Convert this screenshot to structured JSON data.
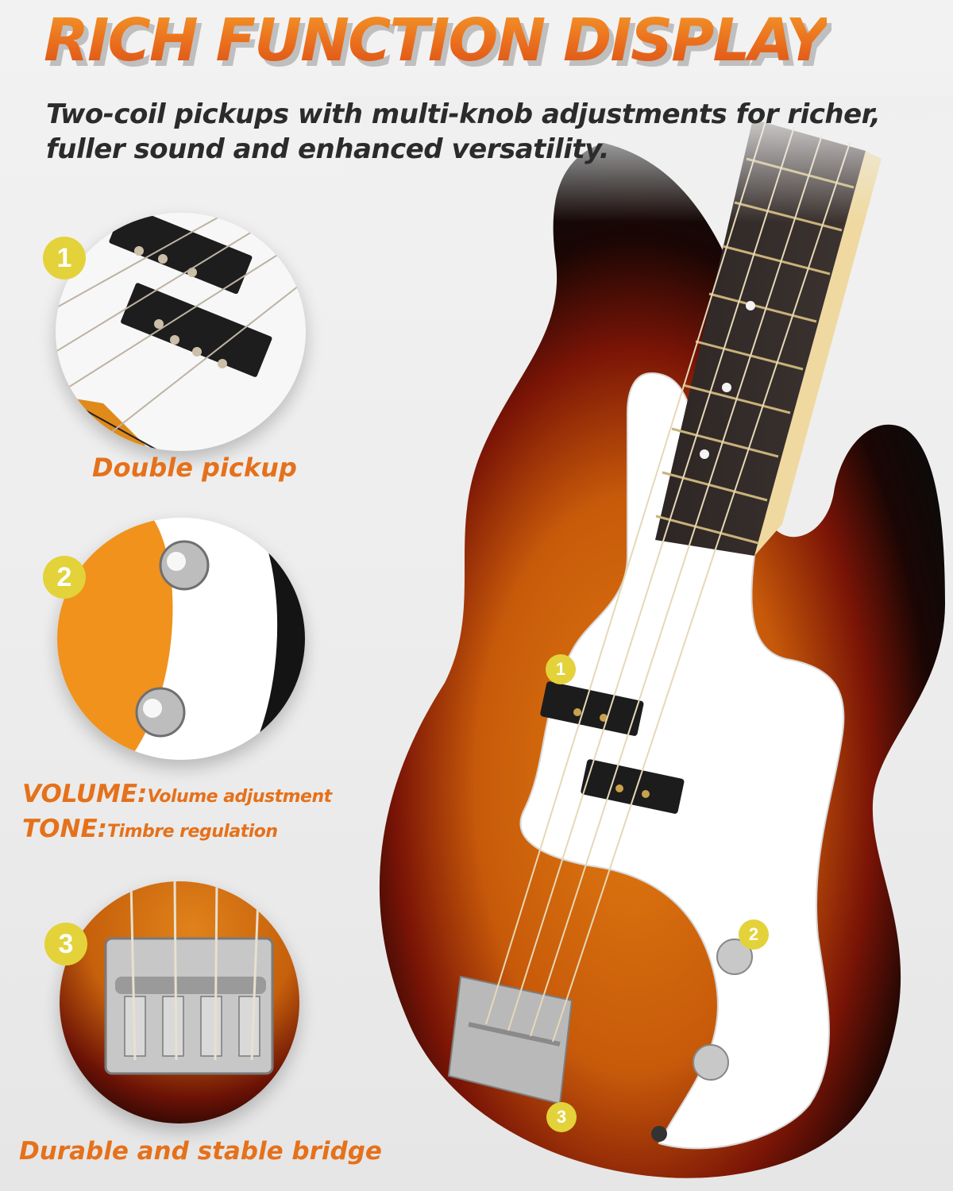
{
  "header": {
    "title": "RICH FUNCTION DISPLAY",
    "subtitle": "Two-coil pickups with multi-knob adjustments for richer, fuller sound and enhanced versatility."
  },
  "features": [
    {
      "number": "1",
      "caption": "Double pickup"
    },
    {
      "number": "2",
      "volume_label": "VOLUME:",
      "volume_desc": "Volume adjustment",
      "tone_label": "TONE:",
      "tone_desc": "Timbre regulation"
    },
    {
      "number": "3",
      "caption": "Durable and stable bridge"
    }
  ],
  "guitar_markers": [
    "1",
    "2",
    "3"
  ],
  "colors": {
    "accent_orange": "#e5711b",
    "badge_yellow": "#e3d23a",
    "heading_dark": "#2b2b2b",
    "background": "#efefef"
  }
}
